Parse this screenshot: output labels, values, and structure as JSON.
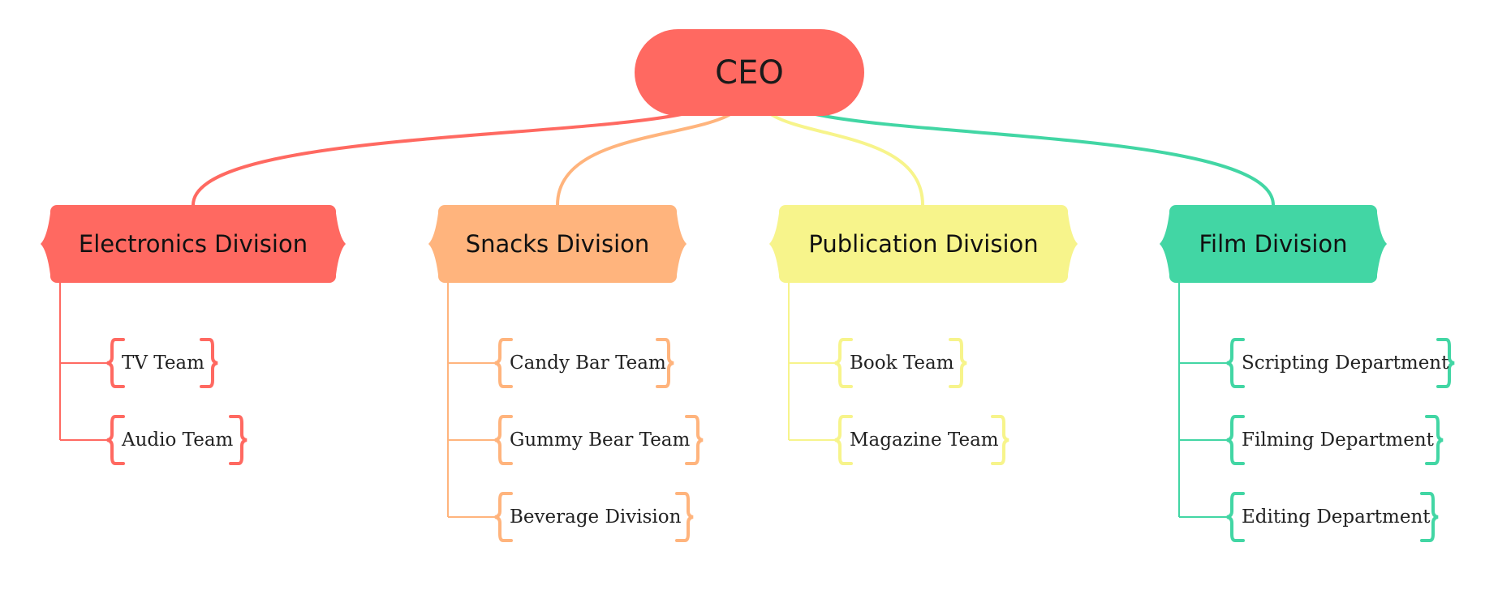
{
  "root": {
    "label": "CEO",
    "color": "#ff6961"
  },
  "divisions": [
    {
      "label": "Electronics Division",
      "color": "#ff6961",
      "teams": [
        "TV Team",
        "Audio Team"
      ]
    },
    {
      "label": "Snacks Division",
      "color": "#ffb47d",
      "teams": [
        "Candy Bar Team",
        "Gummy Bear Team",
        "Beverage Division"
      ]
    },
    {
      "label": "Publication Division",
      "color": "#f7f48b",
      "teams": [
        "Book Team",
        "Magazine Team"
      ]
    },
    {
      "label": "Film Division",
      "color": "#42d6a4",
      "teams": [
        "Scripting Department",
        "Filming Department",
        "Editing Department"
      ]
    }
  ]
}
